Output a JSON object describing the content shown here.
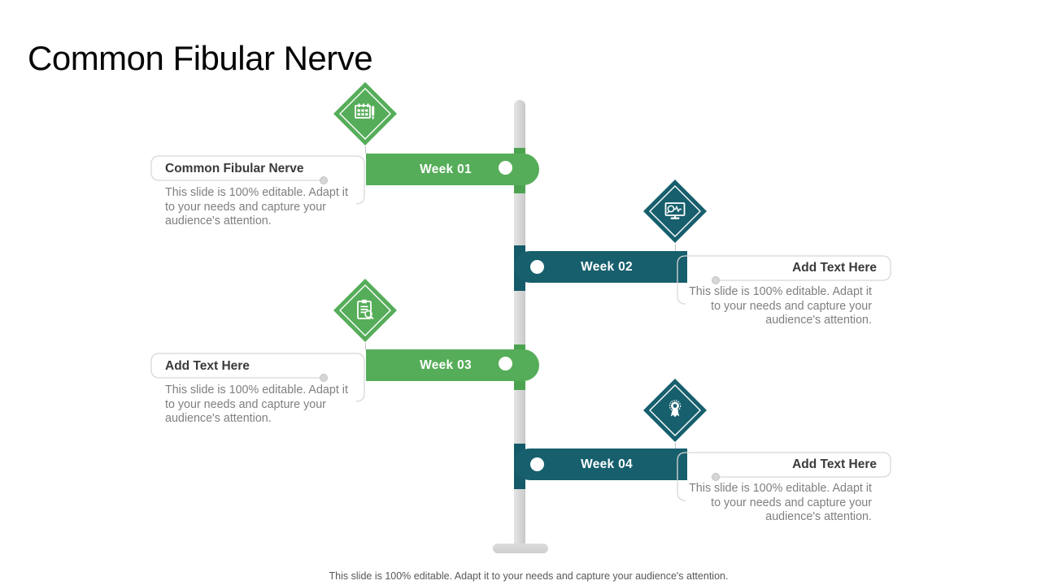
{
  "slide": {
    "title": "Common Fibular Nerve",
    "footer": "This slide is 100% editable. Adapt it to your needs and capture your audience's attention."
  },
  "colors": {
    "green": "#56ad59",
    "teal": "#175f6d",
    "pole_gray": "#d6d6d6",
    "card_border_gray": "#d8d8d8",
    "card_title_text": "#3a3a3a",
    "card_body_text": "#7f7f7f"
  },
  "milestones": [
    {
      "week": "Week 01",
      "side": "left",
      "color": "green",
      "icon": "calendar-pen-icon",
      "card_title": "Common Fibular Nerve",
      "card_body": "This slide is 100% editable. Adapt it to your needs and capture your audience's attention."
    },
    {
      "week": "Week 02",
      "side": "right",
      "color": "teal",
      "icon": "monitor-search-icon",
      "card_title": "Add Text Here",
      "card_body": "This slide is 100% editable. Adapt it to your needs and capture your audience's attention."
    },
    {
      "week": "Week 03",
      "side": "left",
      "color": "green",
      "icon": "clipboard-search-icon",
      "card_title": "Add Text Here",
      "card_body": "This slide is 100% editable. Adapt it to your needs and capture your audience's attention."
    },
    {
      "week": "Week 04",
      "side": "right",
      "color": "teal",
      "icon": "award-ribbon-icon",
      "card_title": "Add Text Here",
      "card_body": "This slide is 100% editable. Adapt it to your needs and capture your audience's attention."
    }
  ]
}
